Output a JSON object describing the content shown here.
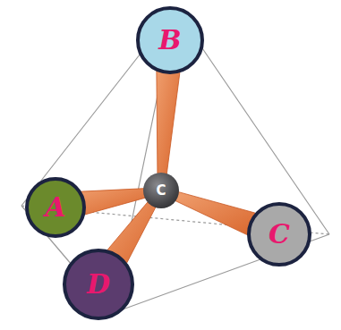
{
  "diagram": {
    "nodes": [
      {
        "text": [
          "B"
        ]
      },
      {
        "text": [
          "A"
        ]
      },
      {
        "text": [
          "C"
        ]
      },
      {
        "text": [
          "C"
        ]
      },
      {
        "text": [
          "D"
        ]
      }
    ],
    "edges": [
      {
        "from": 2,
        "to": 0,
        "arrow": "none"
      },
      {
        "from": 2,
        "to": 1,
        "arrow": "none"
      },
      {
        "from": 2,
        "to": 3,
        "arrow": "none"
      },
      {
        "from": 2,
        "to": 4,
        "arrow": "none"
      }
    ]
  }
}
